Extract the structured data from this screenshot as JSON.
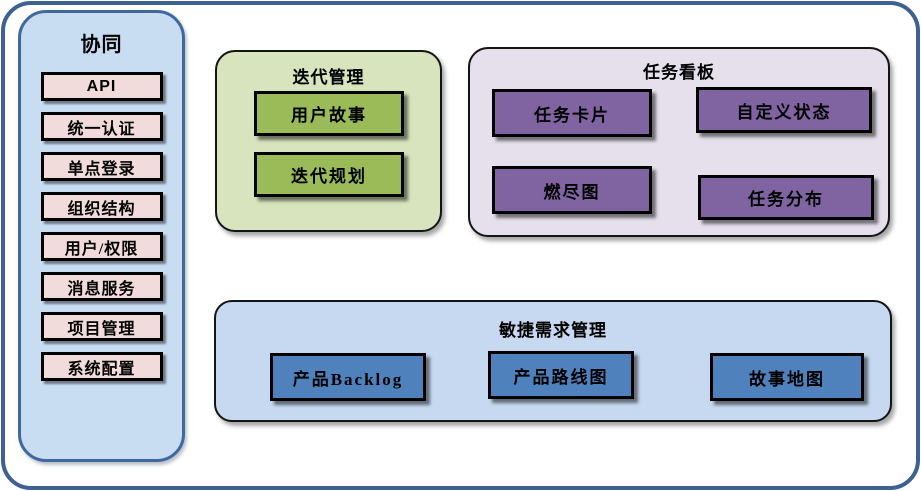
{
  "diagram": {
    "sidebar": {
      "title": "协同",
      "items": [
        "API",
        "统一认证",
        "单点登录",
        "组织结构",
        "用户/权限",
        "消息服务",
        "项目管理",
        "系统配置"
      ]
    },
    "panels": {
      "iteration": {
        "title": "迭代管理",
        "items": [
          "用户故事",
          "迭代规划"
        ]
      },
      "kanban": {
        "title": "任务看板",
        "items": [
          "任务卡片",
          "自定义状态",
          "燃尽图",
          "任务分布"
        ]
      },
      "requirements": {
        "title": "敏捷需求管理",
        "items": [
          "产品Backlog",
          "产品路线图",
          "故事地图"
        ]
      }
    },
    "colors": {
      "frame_border": "#3e6191",
      "sidebar_fill": "#c9ddf2",
      "sidebar_border": "#41689e",
      "sidebar_item_fill": "#f2dcdb",
      "iteration_panel_fill": "#d7e4bd",
      "iteration_item_fill": "#9bbb59",
      "kanban_panel_fill": "#e5e0ec",
      "kanban_item_fill": "#8064a2",
      "requirements_panel_fill": "#c6d9f1",
      "requirements_item_fill": "#4f81bd",
      "box_border": "#000000"
    }
  }
}
